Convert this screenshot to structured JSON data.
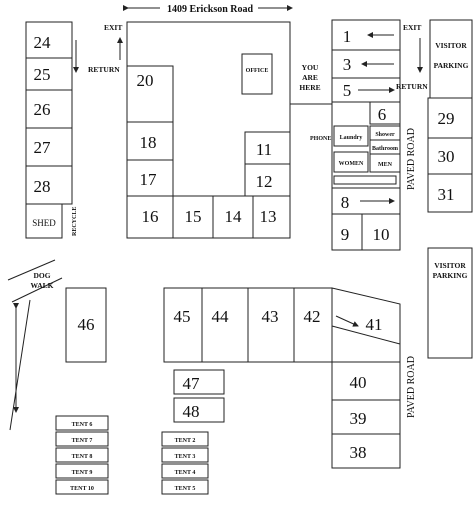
{
  "road_top": "1409 Erickson Road",
  "you_are_here_1": "YOU",
  "you_are_here_2": "ARE",
  "you_are_here_3": "HERE",
  "exit_left": "EXIT",
  "return_left": "RETURN",
  "exit_right": "EXIT",
  "return_right": "RETURN",
  "office": "OFFICE",
  "phone": "PHONE",
  "laundry": "Laundry",
  "shower": "Shower",
  "bathroom": "Bathroom",
  "women": "WOMEN",
  "men": "MEN",
  "visitor_parking_top_1": "VISITOR",
  "visitor_parking_top_2": "PARKING",
  "visitor_parking_right_1": "VISITOR",
  "visitor_parking_right_2": "PARKING",
  "paved_road_top": "PAVED ROAD",
  "paved_road_bottom": "PAVED ROAD",
  "shed": "SHED",
  "recycle": "RECYCLE",
  "dog_walk_1": "DOG",
  "dog_walk_2": "WALK",
  "sites": {
    "s1": "1",
    "s3": "3",
    "s5": "5",
    "s6": "6",
    "s8": "8",
    "s9": "9",
    "s10": "10",
    "s11": "11",
    "s12": "12",
    "s13": "13",
    "s14": "14",
    "s15": "15",
    "s16": "16",
    "s17": "17",
    "s18": "18",
    "s20": "20",
    "s24": "24",
    "s25": "25",
    "s26": "26",
    "s27": "27",
    "s28": "28",
    "s29": "29",
    "s30": "30",
    "s31": "31",
    "s38": "38",
    "s39": "39",
    "s40": "40",
    "s41": "41",
    "s42": "42",
    "s43": "43",
    "s44": "44",
    "s45": "45",
    "s46": "46",
    "s47": "47",
    "s48": "48"
  },
  "tents": {
    "t2": "TENT 2",
    "t3": "TENT 3",
    "t4": "TENT 4",
    "t5": "TENT 5",
    "t6": "TENT 6",
    "t7": "TENT 7",
    "t8": "TENT 8",
    "t9": "TENT 9",
    "t10": "TENT 10"
  }
}
